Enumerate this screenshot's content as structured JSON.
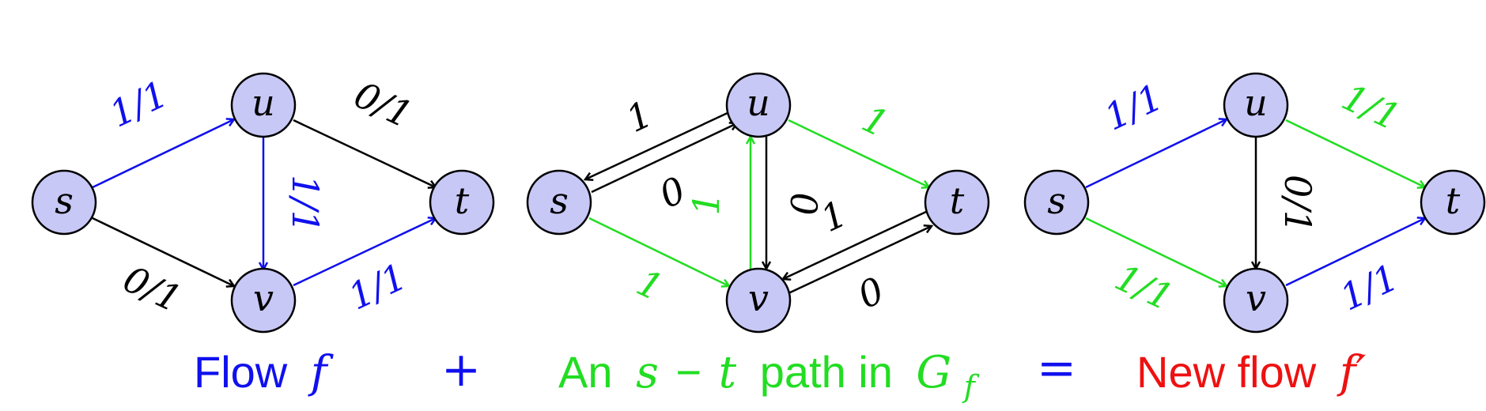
{
  "colors": {
    "flow": "#1010ee",
    "path": "#22dd22",
    "default": "#000000",
    "new": "#ee1111"
  },
  "nodes": {
    "s": "s",
    "u": "u",
    "v": "v",
    "t": "t"
  },
  "diagram1": {
    "su": "1/1",
    "ut": "0/1",
    "uv": "1/1",
    "sv": "0/1",
    "vt": "1/1"
  },
  "diagram2": {
    "us": "1",
    "su": "0",
    "ut": "1",
    "vu": "1",
    "uv": "0",
    "tv": "1",
    "vt": "0",
    "sv": "1"
  },
  "diagram3": {
    "su": "1/1",
    "ut": "1/1",
    "uv": "0/1",
    "sv": "1/1",
    "vt": "1/1"
  },
  "captions": {
    "flow_word": "Flow",
    "flow_symbol": "f",
    "plus": "+",
    "path_an": "An",
    "path_s": "s",
    "path_minus": "−",
    "path_t": "t",
    "path_in": "path in",
    "path_G": "G",
    "path_G_sub": "f",
    "equals": "=",
    "new_word": "New flow",
    "new_symbol": "f′"
  }
}
